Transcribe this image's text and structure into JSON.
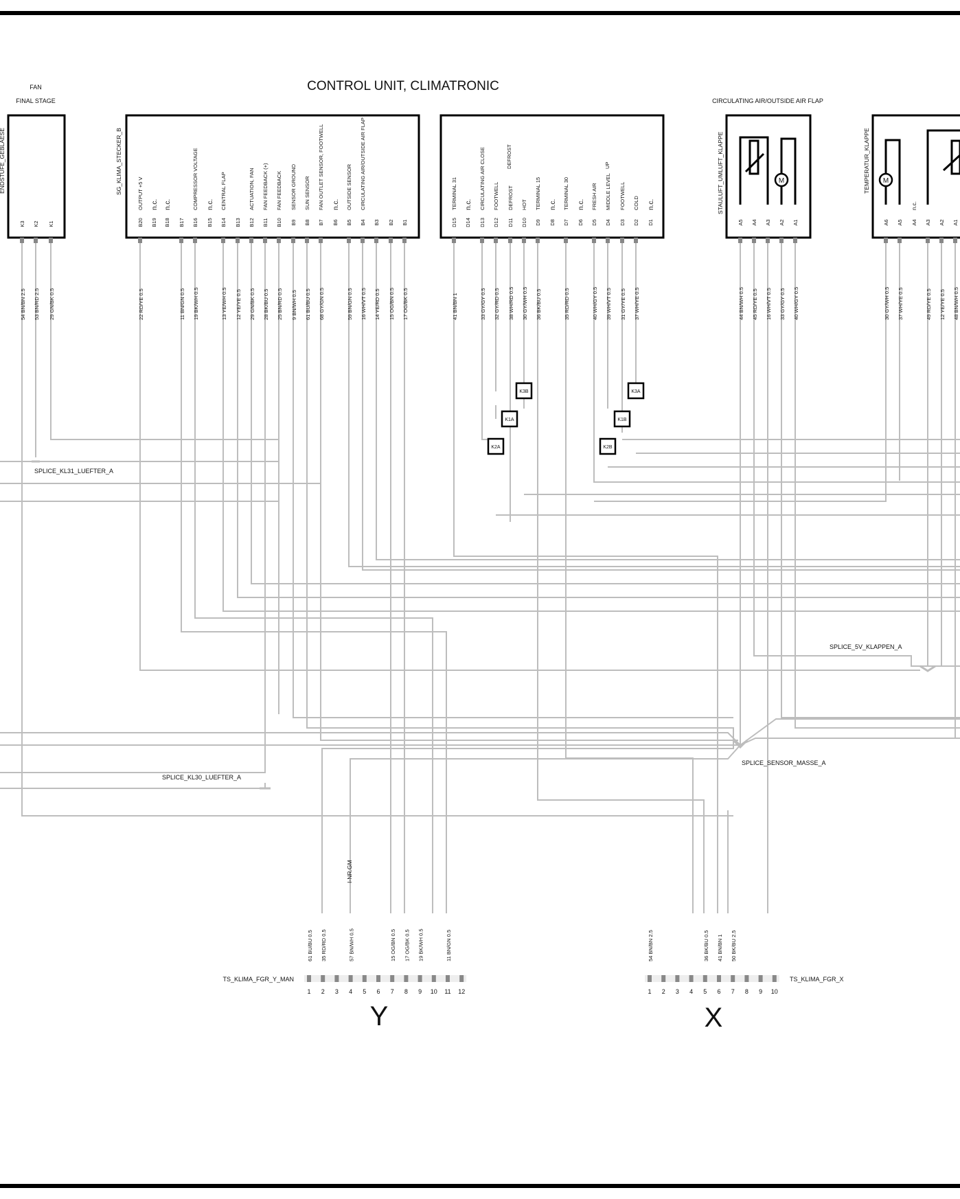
{
  "title": "CONTROL UNIT, CLIMATRONIC",
  "colors": {
    "wire": "#bdbdbd",
    "ink": "#111111",
    "frame": "#000000"
  },
  "fan": {
    "title_line1": "FAN",
    "title_line2": "FINAL STAGE",
    "side_label": "ENDSTUFE_GEBLAESE",
    "pins": [
      "K3",
      "K2",
      "K1"
    ],
    "wires": [
      "54 BN/BN 2.5",
      "53 BN/RD 2.5",
      "29 GN/BK 0.5"
    ]
  },
  "connector_b": {
    "side_label": "SG_KLIMA_STECKER_B",
    "pins": [
      {
        "pin": "B20",
        "label": "OUTPUT +5 V",
        "wire": "22 RD/YE 0.5"
      },
      {
        "pin": "B19",
        "label": "n.c.",
        "wire": ""
      },
      {
        "pin": "B18",
        "label": "n.c.",
        "wire": ""
      },
      {
        "pin": "B17",
        "label": "",
        "wire": "11 BN/GN 0.5"
      },
      {
        "pin": "B16",
        "label": "COMPRESSOR VOLTAGE",
        "wire": "19 BK/WH 0.5"
      },
      {
        "pin": "B15",
        "label": "n.c.",
        "wire": ""
      },
      {
        "pin": "B14",
        "label": "CENTRAL FLAP",
        "wire": "13 YE/WH 0.5"
      },
      {
        "pin": "B13",
        "label": "",
        "wire": "12 YE/YE 0.5"
      },
      {
        "pin": "B12",
        "label": "ACTUATION, FAN",
        "wire": "29 GN/BK 0.5"
      },
      {
        "pin": "B11",
        "label": "FAN FEEDBACK (+)",
        "wire": "28 BK/BU 0.5"
      },
      {
        "pin": "B10",
        "label": "FAN FEEDBACK",
        "wire": "25 BN/RD 0.5"
      },
      {
        "pin": "B9",
        "label": "SENSOR GROUND",
        "wire": "9 BN/WH 0.5"
      },
      {
        "pin": "B8",
        "label": "SUN SENSOR",
        "wire": "61 BU/BU 0.5"
      },
      {
        "pin": "B7",
        "label": "FAN OUTLET SENSOR, FOOTWELL",
        "wire": "68 GY/GN 0.5"
      },
      {
        "pin": "B6",
        "label": "n.c.",
        "wire": ""
      },
      {
        "pin": "B5",
        "label": "OUTSIDE SENSOR",
        "wire": "59 BN/GN 0.5"
      },
      {
        "pin": "B4",
        "label": "CIRCULATING AIR/OUTSIDE AIR FLAP",
        "wire": "16 WH/VT 0.5"
      },
      {
        "pin": "B3",
        "label": "",
        "wire": "14 YE/RD 0.5"
      },
      {
        "pin": "B2",
        "label": "",
        "wire": "15 OG/BN 0.5"
      },
      {
        "pin": "B1",
        "label": "",
        "wire": "17 OG/BK 0.5"
      }
    ]
  },
  "connector_d": {
    "pins": [
      {
        "pin": "D15",
        "label": "TERMINAL 31",
        "wire": "41 BN/BN 1"
      },
      {
        "pin": "D14",
        "label": "n.c.",
        "wire": ""
      },
      {
        "pin": "D13",
        "label": "CIRCULATING AIR CLOSE",
        "wire": "33 GY/GY 0.5"
      },
      {
        "pin": "D12",
        "label": "FOOTWELL",
        "label2": "DEFROST",
        "wire": "32 GY/RD 0.5"
      },
      {
        "pin": "D11",
        "label": "DEFROST",
        "wire": "38 WH/RD 0.5"
      },
      {
        "pin": "D10",
        "label": "HOT",
        "wire": "30 GY/WH 0.5"
      },
      {
        "pin": "D9",
        "label": "TERMINAL 15",
        "wire": "36 BK/BU 0.5"
      },
      {
        "pin": "D8",
        "label": "n.c.",
        "wire": ""
      },
      {
        "pin": "D7",
        "label": "TERMINAL 30",
        "wire": "35 RD/RD 0.5"
      },
      {
        "pin": "D6",
        "label": "n.c.",
        "wire": ""
      },
      {
        "pin": "D5",
        "label": "FRESH AIR",
        "label2": "UP",
        "wire": "40 WH/GY 0.5"
      },
      {
        "pin": "D4",
        "label": "MIDDLE LEVEL",
        "wire": "39 WH/VT 0.5"
      },
      {
        "pin": "D3",
        "label": "FOOTWELL",
        "wire": "31 GY/YE 0.5"
      },
      {
        "pin": "D2",
        "label": "COLD",
        "wire": "37 WH/YE 0.5"
      },
      {
        "pin": "D1",
        "label": "n.c.",
        "wire": ""
      }
    ]
  },
  "flap_circ": {
    "title": "CIRCULATING AIR/OUTSIDE AIR FLAP",
    "side_label": "STAULUFT_UMLUFT_KLAPPE",
    "pins": [
      "A5",
      "A4",
      "A3",
      "A2",
      "A1"
    ],
    "wires": [
      "44 BN/WH 0.5",
      "45 RD/YE 0.5",
      "16 WH/VT 0.5",
      "33 GY/GY 0.5",
      "40 WH/GY 0.5"
    ],
    "motor": "M"
  },
  "flap_temp": {
    "side_label": "TEMPERATUR_KLAPPE",
    "pins": [
      "A6",
      "A5",
      "A4",
      "A3",
      "A2",
      "A1"
    ],
    "wires": [
      "30 GY/WH 0.5",
      "37 WH/YE 0.5",
      "",
      "49 RD/YE 0.5",
      "12 YE/YE 0.5",
      "48 BN/WH 0.5"
    ],
    "nc": "n.c.",
    "motor": "M"
  },
  "relays": [
    "K3B",
    "K1A",
    "K2A",
    "K3A",
    "K1B",
    "K2B"
  ],
  "splices": {
    "kl31": "SPLICE_KL31_LUEFTER_A",
    "kl30": "SPLICE_KL30_LUEFTER_A",
    "sensor": "SPLICE_SENSOR_MASSE_A",
    "v5": "SPLICE_5V_KLAPPEN_A"
  },
  "inline_label": "I-NR.GM",
  "connector_y": {
    "name": "TS_KLIMA_FGR_Y_MAN",
    "letter": "Y",
    "pins": [
      "1",
      "2",
      "3",
      "4",
      "5",
      "6",
      "7",
      "8",
      "9",
      "10",
      "11",
      "12"
    ],
    "wires": [
      "61 BU/BU 0.5",
      "35 RD/RD 0.5",
      "57 BN/WH 0.5",
      "15 OG/BN 0.5",
      "17 OG/BK 0.5",
      "19 BK/WH 0.5",
      "11 BN/GN 0.5"
    ]
  },
  "connector_x": {
    "name": "TS_KLIMA_FGR_X",
    "letter": "X",
    "pins": [
      "1",
      "2",
      "3",
      "4",
      "5",
      "6",
      "7",
      "8",
      "9",
      "10"
    ],
    "wires": [
      "54 BN/BN 2.5",
      "36 BK/BU 0.5",
      "41 BN/BN 1",
      "50 BK/BU 2.5"
    ]
  }
}
